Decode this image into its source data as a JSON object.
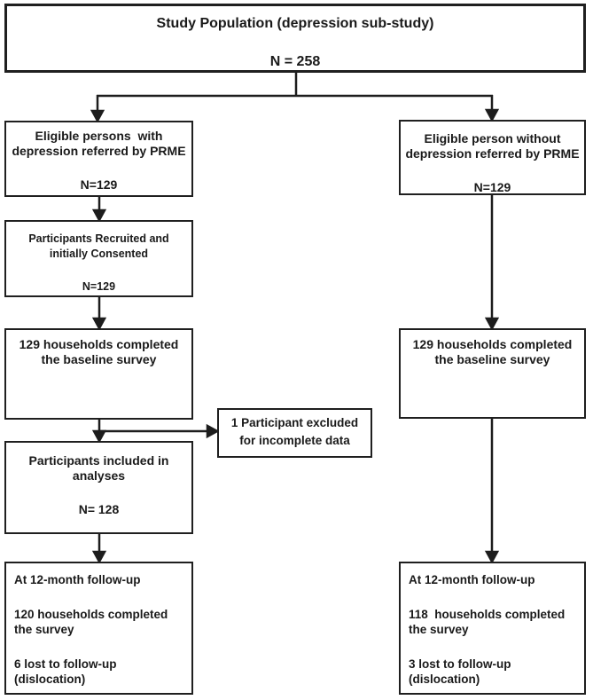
{
  "colors": {
    "border": "#1f1f1f",
    "text": "#1a1a1a",
    "background": "#ffffff",
    "line": "#1d1d1d"
  },
  "flowchart": {
    "study_population": {
      "lines": [
        "Study Population (depression sub-study)",
        "",
        "N = 258"
      ]
    },
    "eligible_with_depression": {
      "lines": [
        "Eligible persons  with",
        "depression referred by PRME",
        "",
        "N=129"
      ]
    },
    "eligible_without_depression": {
      "lines": [
        "Eligible person without",
        "depression referred by PRME",
        "",
        "N=129"
      ]
    },
    "recruited_consented": {
      "lines": [
        "Participants Recruited and",
        "initially Consented",
        "",
        "N=129"
      ]
    },
    "baseline_survey_left": {
      "lines": [
        "129 households completed",
        "the baseline survey"
      ]
    },
    "baseline_survey_right": {
      "lines": [
        "129 households completed",
        "the baseline survey"
      ]
    },
    "excluded": {
      "lines": [
        "1 Participant excluded",
        "for incomplete data"
      ]
    },
    "included_in_analyses": {
      "lines": [
        "Participants included in",
        "analyses",
        "",
        "N= 128"
      ]
    },
    "followup_left": {
      "lines": [
        "At 12-month follow-up",
        "",
        "120 households completed",
        "the survey",
        "",
        "6 lost to follow-up",
        "(dislocation)"
      ]
    },
    "followup_right": {
      "lines": [
        "At 12-month follow-up",
        "",
        "118  households completed",
        "the survey",
        "",
        "3 lost to follow-up",
        "(dislocation)"
      ]
    }
  }
}
